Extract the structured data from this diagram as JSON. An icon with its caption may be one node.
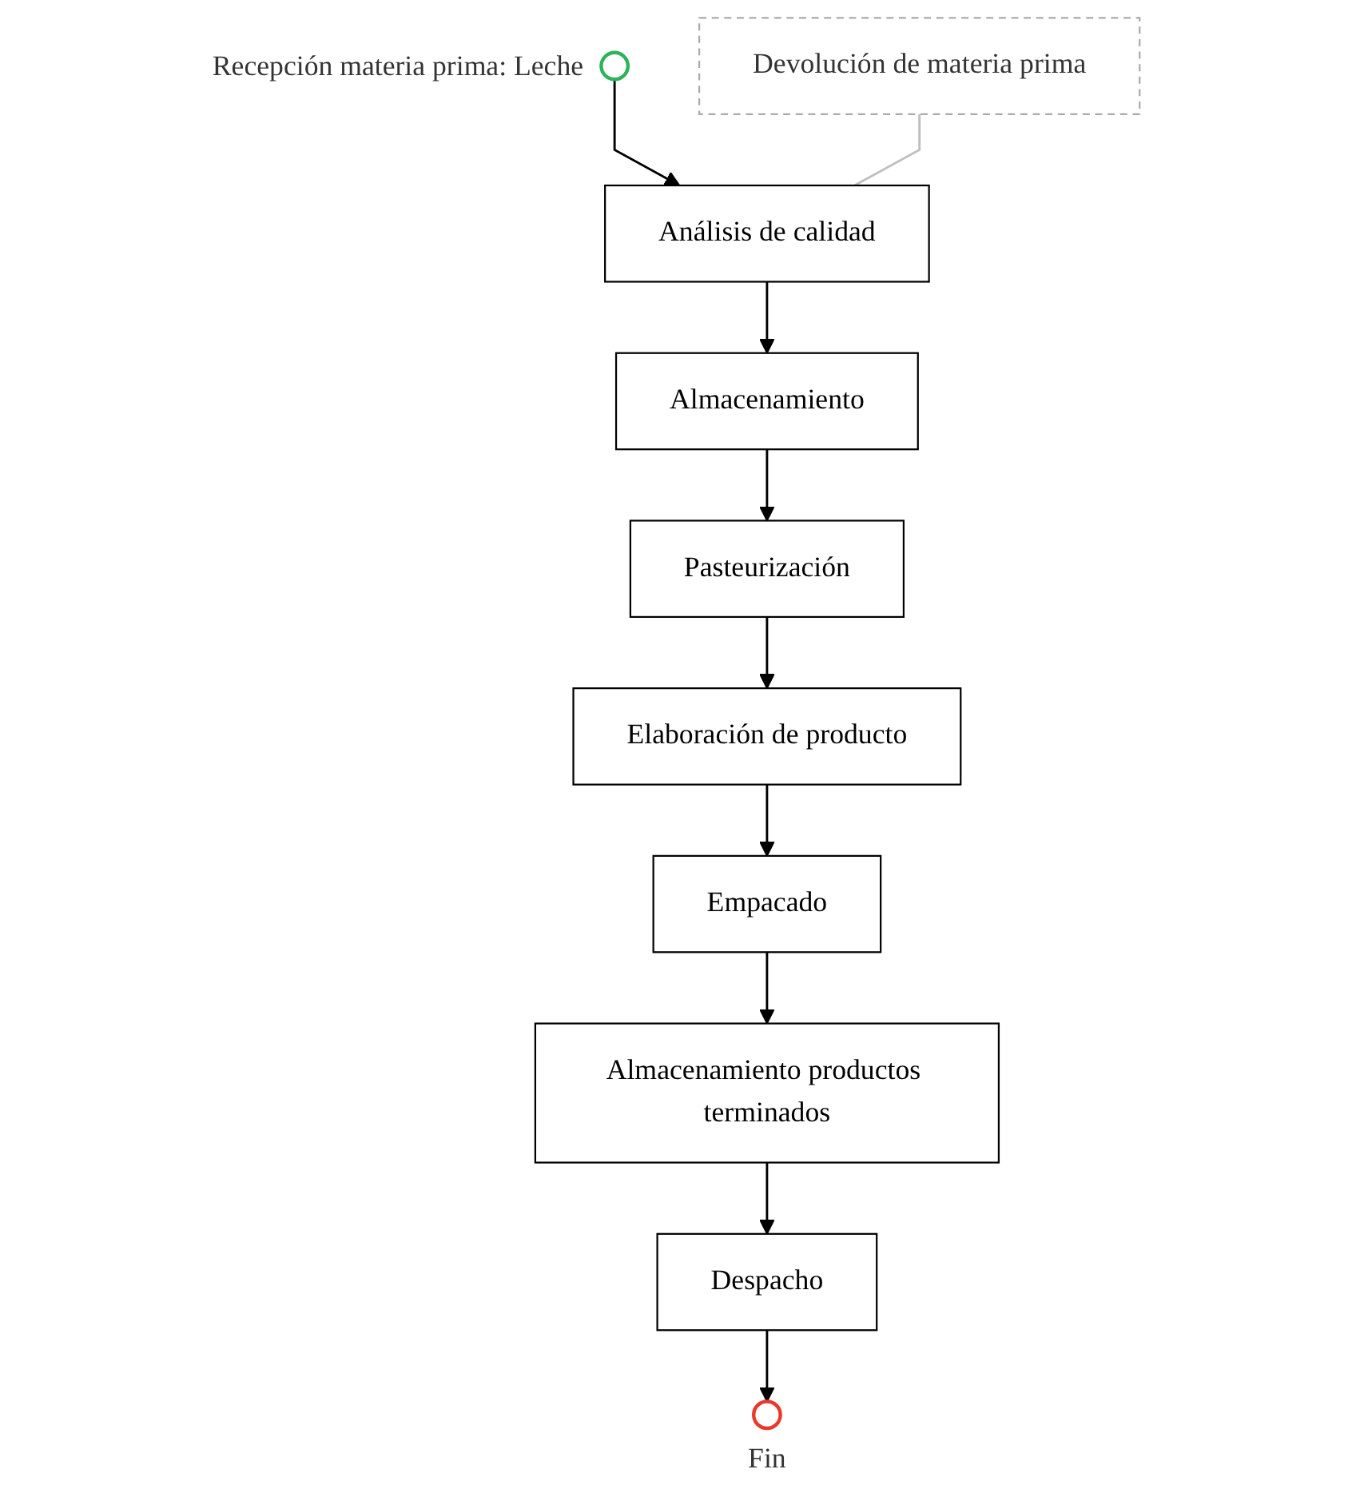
{
  "diagram": {
    "nodes": [
      {
        "text": [],
        "shape": "circle",
        "beside": [
          "Recepción materia prima: Leche"
        ]
      },
      {
        "text": [
          "Devolución de materia prima"
        ]
      },
      {
        "text": [
          "Análisis de calidad"
        ]
      },
      {
        "text": [
          "Almacenamiento"
        ]
      },
      {
        "text": [
          "Pasteurización"
        ]
      },
      {
        "text": [
          "Elaboración de producto"
        ]
      },
      {
        "text": [
          "Empacado"
        ]
      },
      {
        "text": [
          "Almacenamiento productos terminados"
        ]
      },
      {
        "text": [
          "Despacho"
        ]
      },
      {
        "text": [],
        "shape": "circle",
        "beside": [
          "Fin"
        ]
      }
    ],
    "edges": [
      {
        "from": 0,
        "to": 2,
        "arrow": "to"
      },
      {
        "from": 1,
        "to": 2,
        "arrow": "none",
        "color": "#bfbfbf"
      },
      {
        "from": 2,
        "to": 3,
        "arrow": "to"
      },
      {
        "from": 3,
        "to": 4,
        "arrow": "to"
      },
      {
        "from": 4,
        "to": 5,
        "arrow": "to"
      },
      {
        "from": 5,
        "to": 6,
        "arrow": "to"
      },
      {
        "from": 6,
        "to": 7,
        "arrow": "to"
      },
      {
        "from": 7,
        "to": 8,
        "arrow": "to"
      },
      {
        "from": 8,
        "to": 9,
        "arrow": "to"
      }
    ]
  }
}
